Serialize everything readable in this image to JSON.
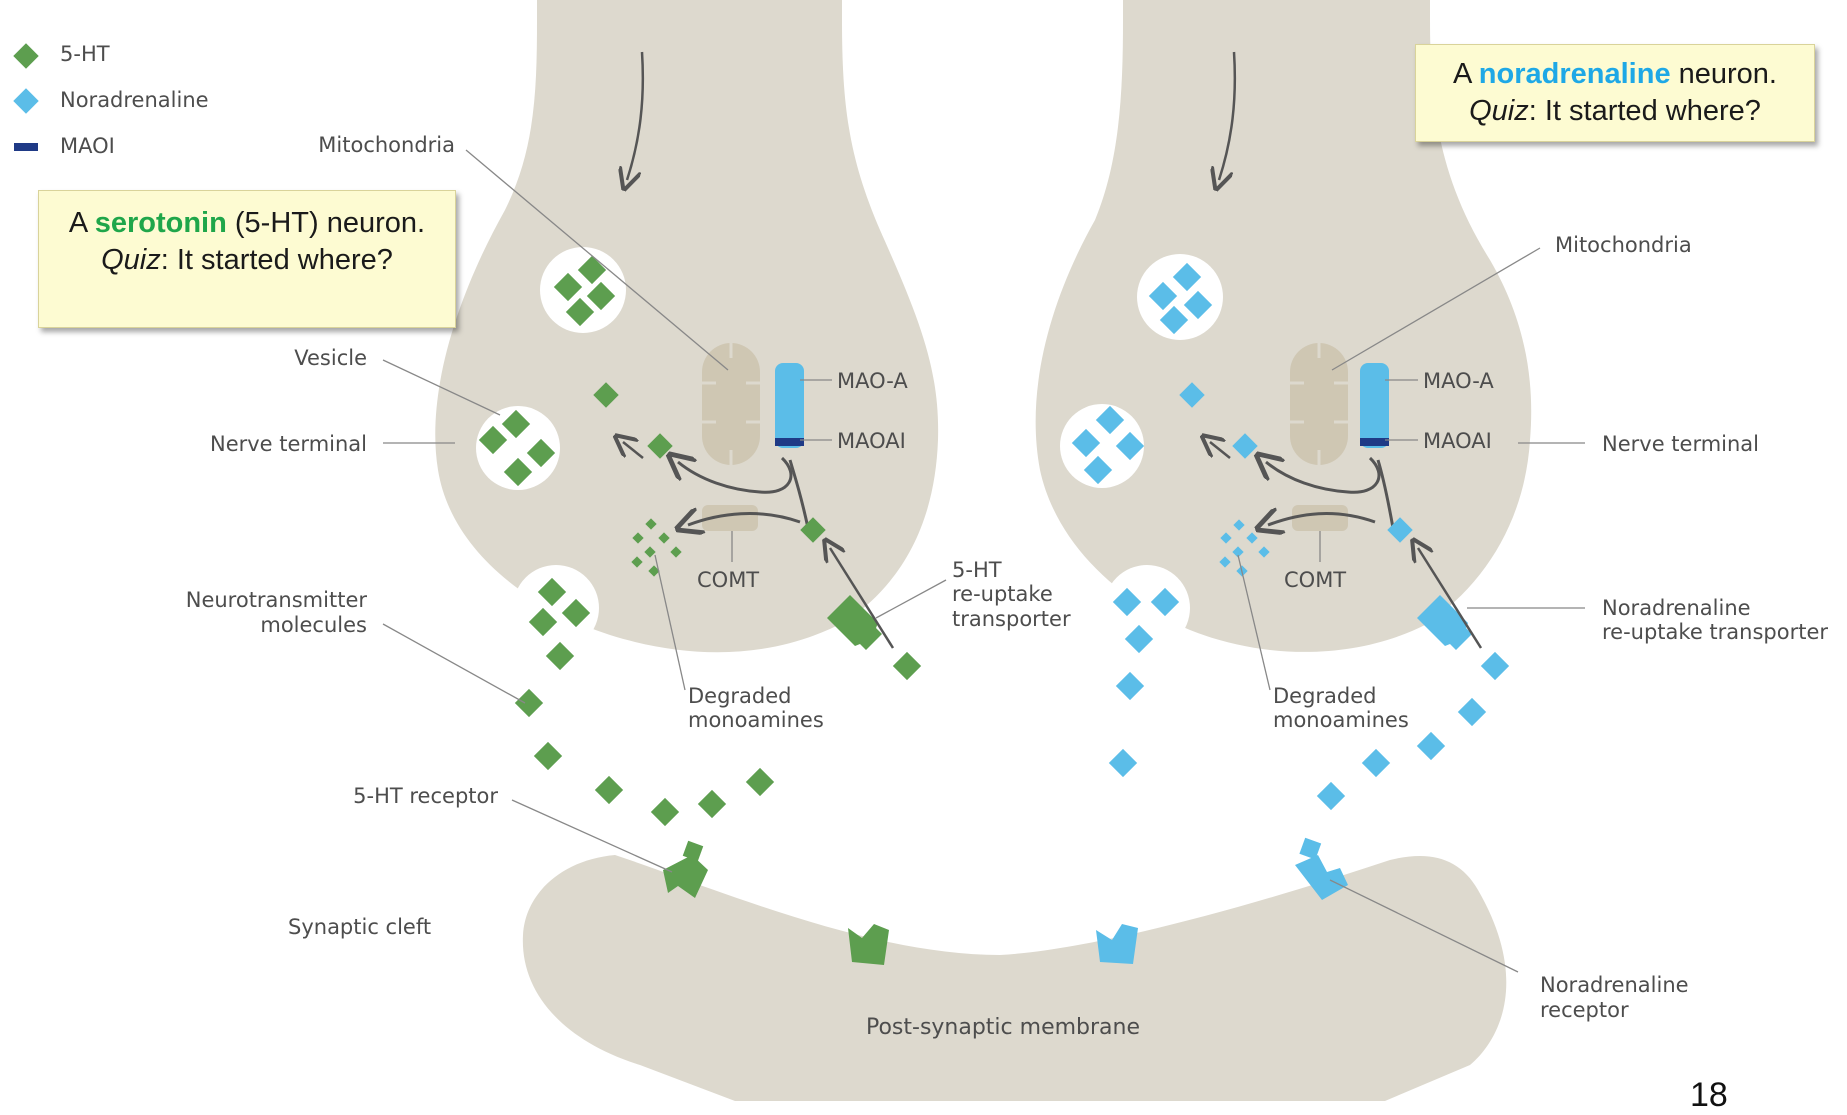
{
  "legend": [
    {
      "label": "5-HT",
      "color": "#5d9e4f",
      "shape": "diamond"
    },
    {
      "label": "Noradrenaline",
      "color": "#5bbde8",
      "shape": "diamond"
    },
    {
      "label": "MAOI",
      "color": "#1f3a86",
      "shape": "bar"
    }
  ],
  "callouts": {
    "serotonin": {
      "prefix": "A ",
      "highlight": "serotonin",
      "rest": " (5-HT) neuron. ",
      "quiz": "Quiz",
      "quiz_rest": ": It started where?"
    },
    "noradrenaline": {
      "prefix": "A ",
      "highlight": "noradrenaline",
      "rest": " neuron.",
      "quiz": "Quiz",
      "quiz_rest": ": It started where?"
    }
  },
  "labels": {
    "mitochondria_left": "Mitochondria",
    "mitochondria_right": "Mitochondria",
    "vesicle": "Vesicle",
    "nerve_terminal_left": "Nerve terminal",
    "nerve_terminal_right": "Nerve terminal",
    "mao_a_left": "MAO-A",
    "maoai_left": "MAOAI",
    "mao_a_right": "MAO-A",
    "maoai_right": "MAOAI",
    "comt_left": "COMT",
    "comt_right": "COMT",
    "neurotransmitter_1": "Neurotransmitter",
    "neurotransmitter_2": "molecules",
    "ht_transporter_1": "5-HT",
    "ht_transporter_2": "re-uptake",
    "ht_transporter_3": "transporter",
    "na_transporter_1": "Noradrenaline",
    "na_transporter_2": "re-uptake transporter",
    "degraded_left_1": "Degraded",
    "degraded_left_2": "monoamines",
    "degraded_right_1": "Degraded",
    "degraded_right_2": "monoamines",
    "ht_receptor": "5-HT receptor",
    "synaptic_cleft": "Synaptic cleft",
    "na_receptor_1": "Noradrenaline",
    "na_receptor_2": "receptor",
    "postsynaptic": "Post-synaptic membrane"
  },
  "colors": {
    "neuron": "#ddd9ce",
    "organelle": "#cfc7b3",
    "green": "#5d9e4f",
    "blue": "#5bbde8",
    "maoi": "#1f3a86",
    "arrow": "#555555"
  },
  "page_number": "18"
}
